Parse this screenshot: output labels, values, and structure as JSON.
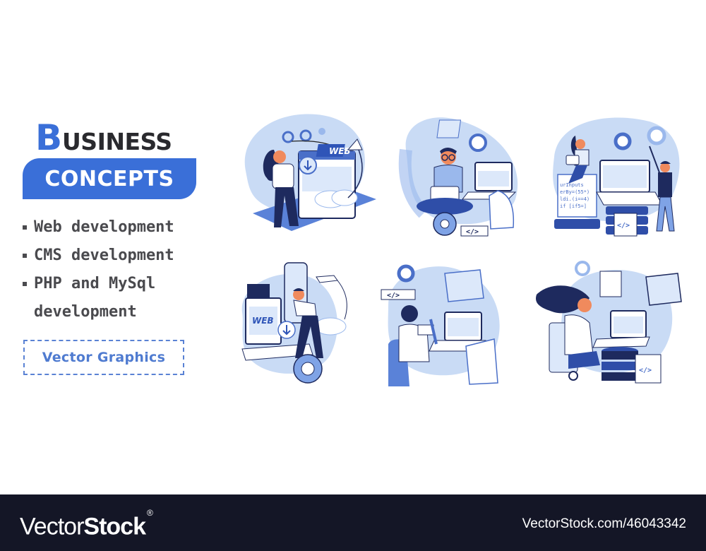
{
  "headline": {
    "first_letter": "B",
    "rest": "USINESS",
    "banner": "CONCEPTS"
  },
  "bullets": [
    "Web development",
    "CMS development",
    "PHP and MySql",
    "development"
  ],
  "tag": "Vector Graphics",
  "colors": {
    "accent": "#3a6fd8",
    "dark_text": "#2a2a2e",
    "body_text": "#4a4a4e",
    "light_blue": "#c9dbf5",
    "mid_blue": "#7fa3e6",
    "navy": "#1e2a5e",
    "skin": "#f08a5d",
    "footer_bg": "#141626"
  },
  "illustrations": [
    {
      "id": "web-dev-woman",
      "labels": [
        "WEB"
      ]
    },
    {
      "id": "man-laptop-gear",
      "labels": [
        "</>"
      ]
    },
    {
      "id": "team-server-code",
      "labels": [
        "urInputs",
        "erBy=(55*)",
        "ldi.(i==4)",
        "if [if5=]",
        "</>"
      ]
    },
    {
      "id": "man-web-monitor",
      "labels": [
        "WEB"
      ]
    },
    {
      "id": "man-desk-writing",
      "labels": [
        "</>"
      ]
    },
    {
      "id": "woman-database",
      "labels": [
        "</>"
      ]
    }
  ],
  "footer": {
    "brand_thin": "Vector",
    "brand_bold": "Stock",
    "registered": "®",
    "reference": "VectorStock.com/46043342"
  }
}
